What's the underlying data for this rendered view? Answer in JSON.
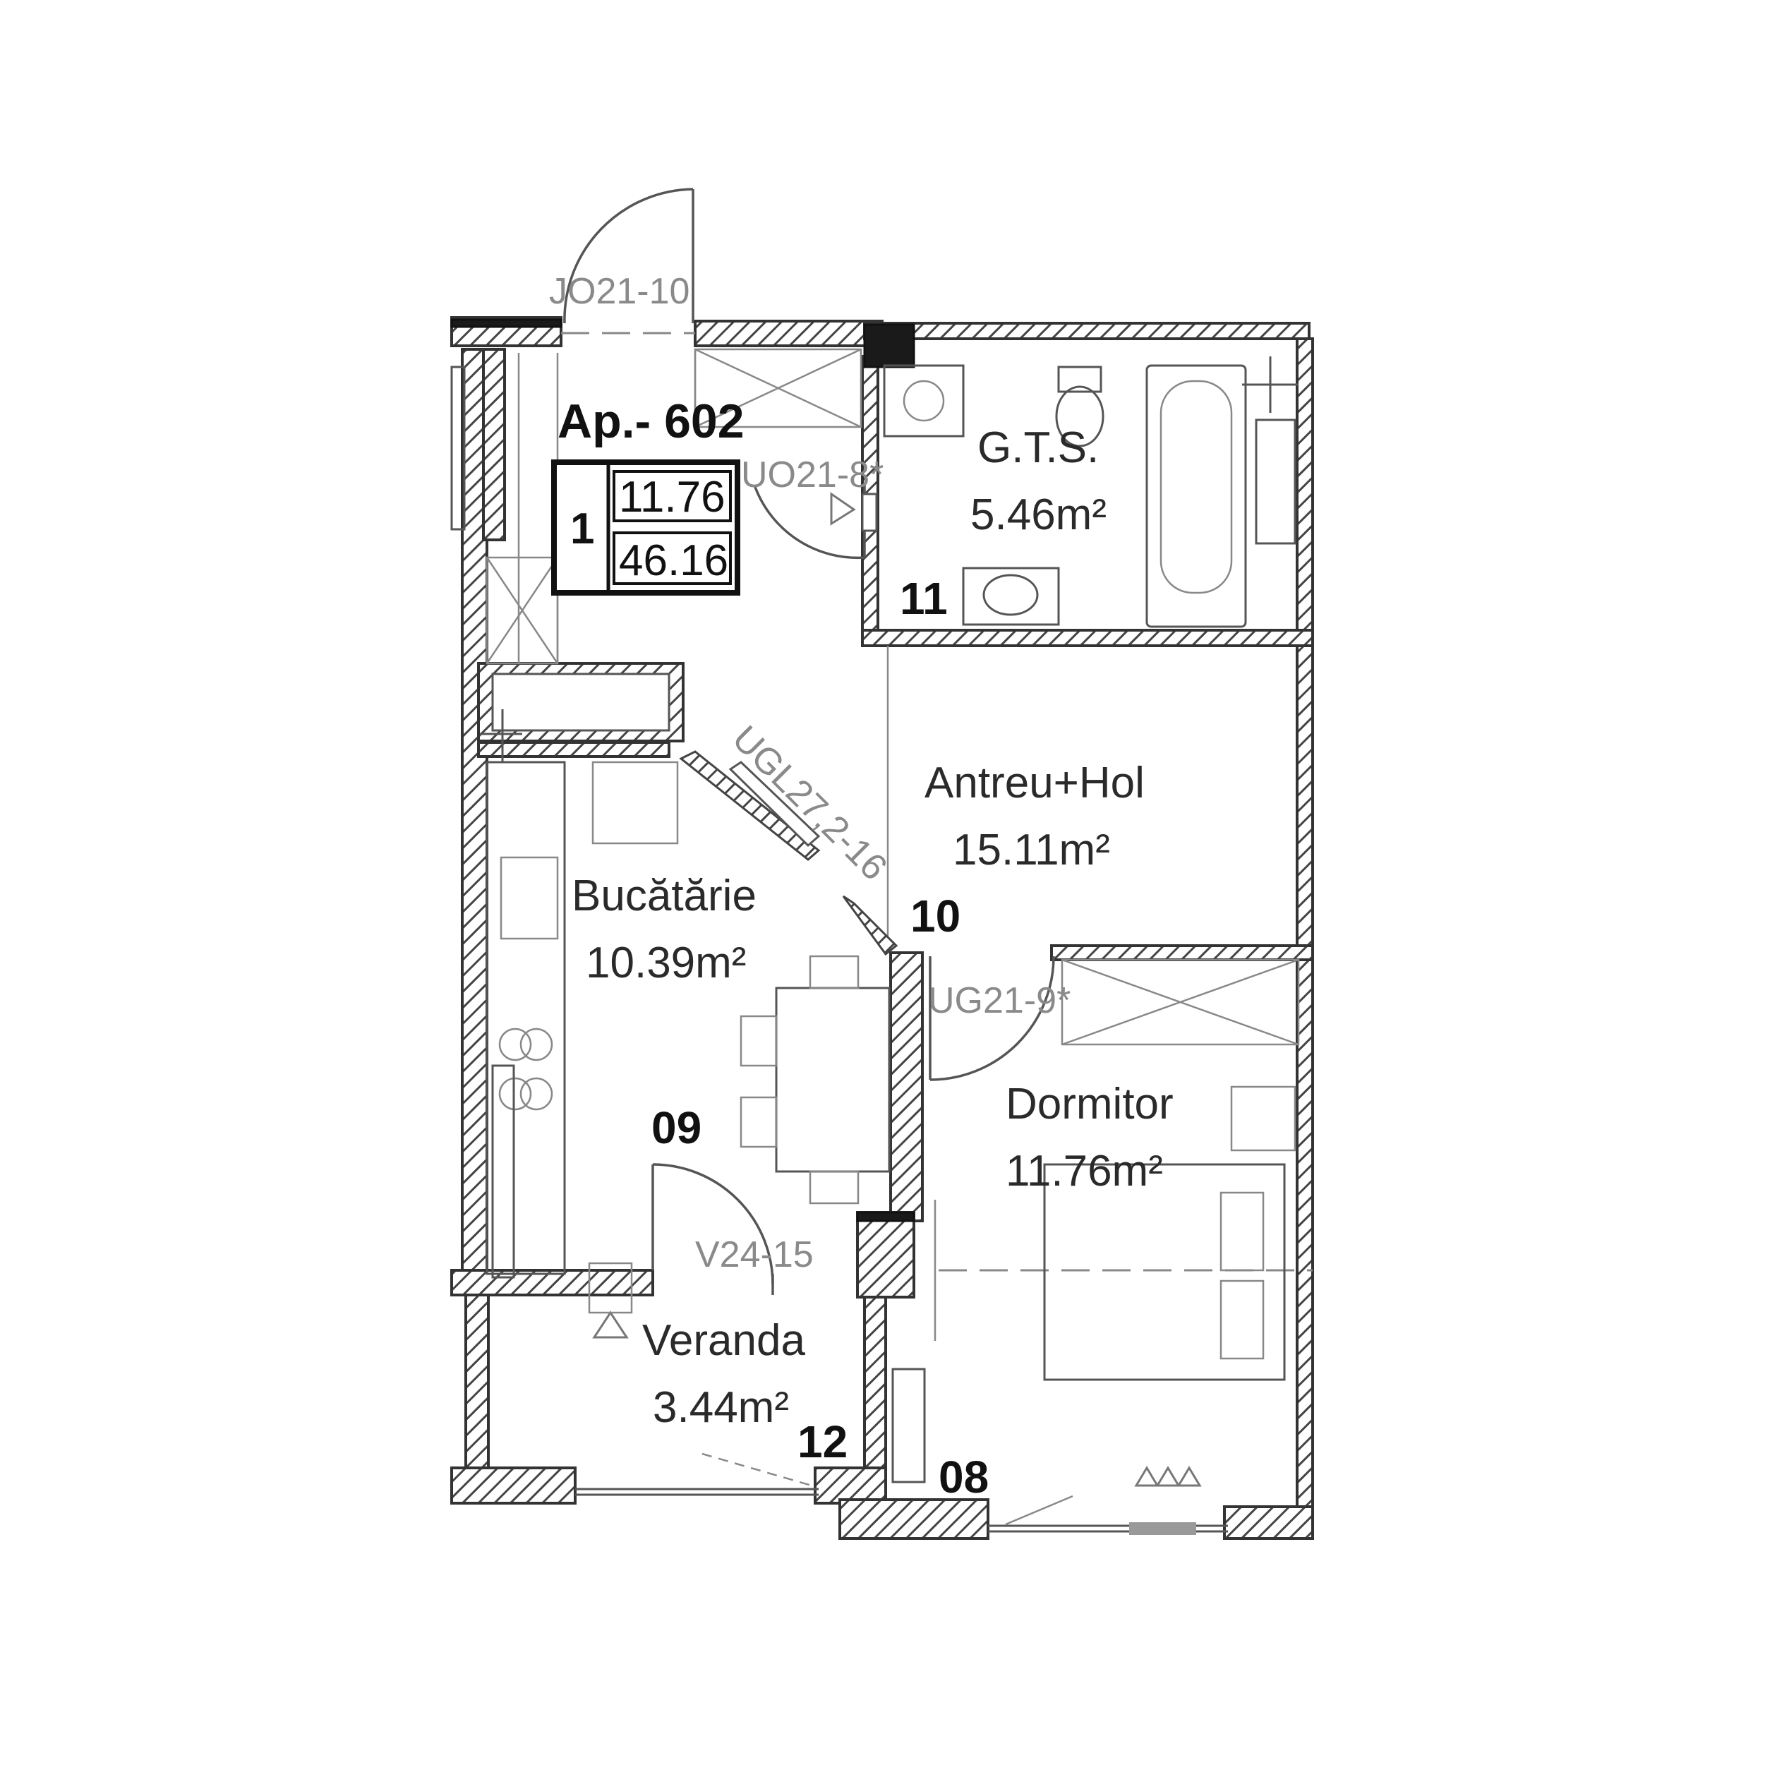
{
  "apartment": {
    "title": "Ap.- 602",
    "box": {
      "rooms": "1",
      "bedroom_area": "11.76",
      "total_area": "46.16"
    }
  },
  "rooms": {
    "gts": {
      "name": "G.T.S.",
      "area": "5.46m²"
    },
    "hall": {
      "name": "Antreu+Hol",
      "area": "15.11m²"
    },
    "kitchen": {
      "name": "Bucătărie",
      "area": "10.39m²"
    },
    "bedroom": {
      "name": "Dormitor",
      "area": "11.76m²"
    },
    "veranda": {
      "name": "Veranda",
      "area": "3.44m²"
    }
  },
  "numbers": {
    "n08": "08",
    "n09": "09",
    "n10": "10",
    "n11": "11",
    "n12": "12"
  },
  "door_tags": {
    "entrance": "JO21-10",
    "bathroom": "UO21-8*",
    "kitchen": "UGL27,2-16",
    "bedroom": "UG21-9*",
    "veranda": "V24-15"
  }
}
